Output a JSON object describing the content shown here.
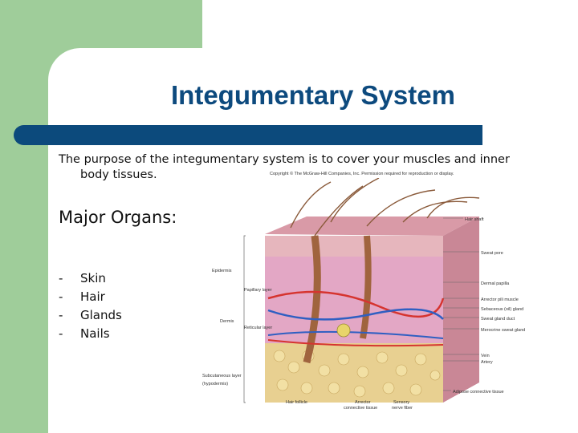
{
  "slide": {
    "title": "Integumentary System",
    "purpose_line1": "The purpose of the integumentary system is to cover your muscles and inner",
    "purpose_line2": "body tissues.",
    "major_heading": "Major Organs:",
    "organs": [
      {
        "bullet": "-",
        "label": "Skin"
      },
      {
        "bullet": "-",
        "label": "Hair"
      },
      {
        "bullet": "-",
        "label": "Glands"
      },
      {
        "bullet": "-",
        "label": "Nails"
      }
    ]
  },
  "figure": {
    "copyright": "Copyright © The McGraw-Hill Companies, Inc. Permission required for reproduction or display.",
    "labels_right": [
      "Hair shaft",
      "Sweat pore",
      "Dermal papilla",
      "Arrector pili muscle",
      "Sebaceous (oil) gland",
      "Sweat gland duct",
      "Merocrine sweat gland",
      "Vein",
      "Artery",
      "Adipose connective tissue"
    ],
    "labels_left": [
      "Epidermis",
      "Papillary layer",
      "Dermis",
      "Reticular layer",
      "Subcutaneous layer",
      "(hypodermis)"
    ],
    "labels_bottom": [
      "Hair follicle",
      "Arrector",
      "connective tissue",
      "Sensory",
      "nerve fiber"
    ]
  },
  "colors": {
    "green": "#9fcd9a",
    "navy": "#0c4a7c",
    "title": "#0d4a7e"
  }
}
